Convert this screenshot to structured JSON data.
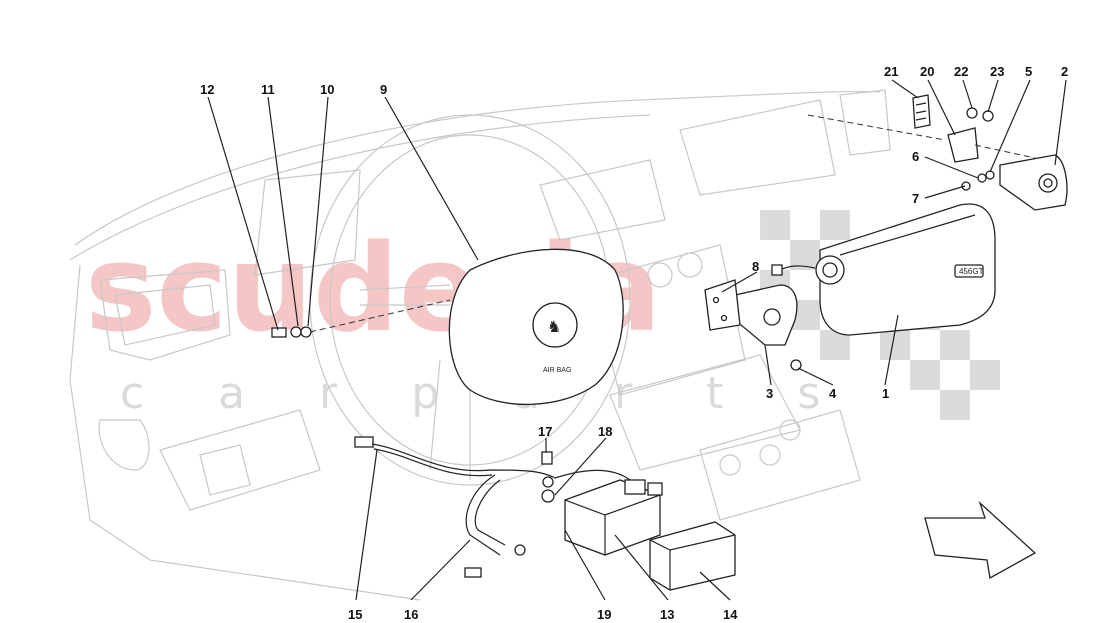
{
  "watermark": {
    "main": "scuderia",
    "sub": "c a r   p a r t s",
    "color": "#f2b8b8",
    "sub_color": "#dcdcdc"
  },
  "airbag_cover_text": "AIR BAG",
  "module_text": "456GT",
  "callouts": [
    "1",
    "2",
    "3",
    "4",
    "5",
    "6",
    "7",
    "8",
    "9",
    "10",
    "11",
    "12",
    "13",
    "14",
    "15",
    "16",
    "17",
    "18",
    "19",
    "20",
    "21",
    "22",
    "23"
  ]
}
